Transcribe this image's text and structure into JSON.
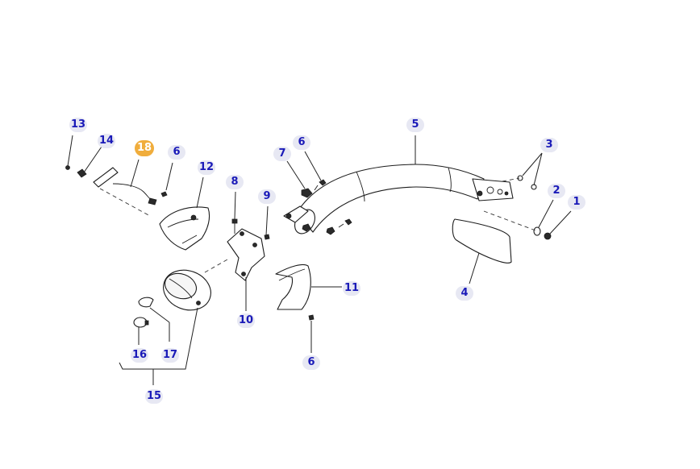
{
  "diagram": {
    "highlight_color": "#f0ad3c",
    "label_color": "#1a1ab8",
    "label_bg": "#e7e8f3",
    "callouts": [
      {
        "id": "c13",
        "text": "13"
      },
      {
        "id": "c14",
        "text": "14"
      },
      {
        "id": "c18",
        "text": "18",
        "highlighted": true
      },
      {
        "id": "c6a",
        "text": "6"
      },
      {
        "id": "c12",
        "text": "12"
      },
      {
        "id": "c7",
        "text": "7"
      },
      {
        "id": "c6b",
        "text": "6"
      },
      {
        "id": "c5",
        "text": "5"
      },
      {
        "id": "c3",
        "text": "3"
      },
      {
        "id": "c2",
        "text": "2"
      },
      {
        "id": "c1",
        "text": "1"
      },
      {
        "id": "c8",
        "text": "8"
      },
      {
        "id": "c9",
        "text": "9"
      },
      {
        "id": "c10",
        "text": "10"
      },
      {
        "id": "c11",
        "text": "11"
      },
      {
        "id": "c4",
        "text": "4"
      },
      {
        "id": "c6c",
        "text": "6"
      },
      {
        "id": "c16",
        "text": "16"
      },
      {
        "id": "c17",
        "text": "17"
      },
      {
        "id": "c15",
        "text": "15"
      }
    ]
  }
}
